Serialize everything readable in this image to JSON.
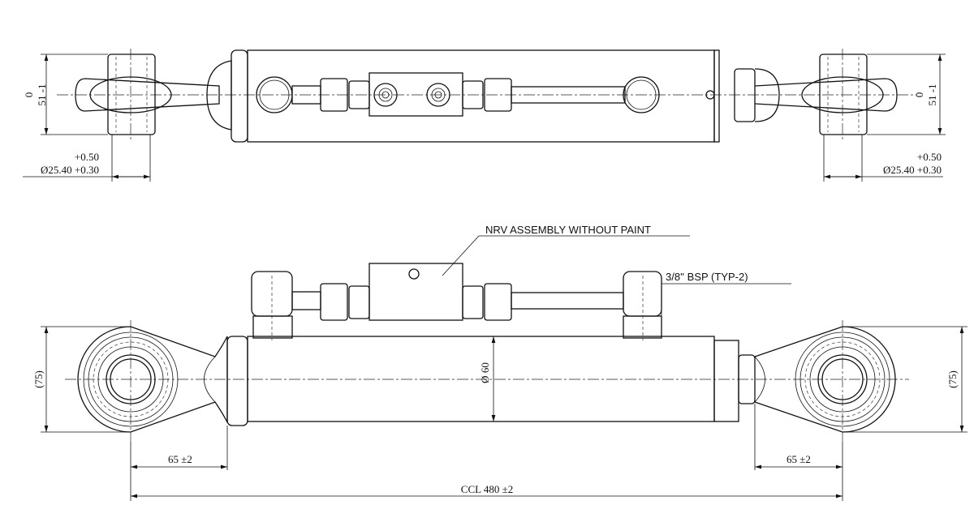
{
  "drawing": {
    "top_view": {
      "left_height_tol_upper": "0",
      "left_height": "51 -1",
      "right_height_tol_upper": "0",
      "right_height": "51 -1",
      "left_bore_tol_upper": "+0.50",
      "left_bore": "Ø25.40 +0.30",
      "right_bore_tol_upper": "+0.50",
      "right_bore": "Ø25.40 +0.30"
    },
    "side_view": {
      "nrv_label": "NRV ASSEMBLY WITHOUT PAINT",
      "port_label": "3/8'' BSP (TYP-2)",
      "body_diameter": "Ø 60",
      "left_eye_height": "(75)",
      "right_eye_height": "(75)",
      "left_offset": "65 ±2",
      "right_offset": "65 ±2",
      "center_length": "CCL 480 ±2"
    }
  }
}
